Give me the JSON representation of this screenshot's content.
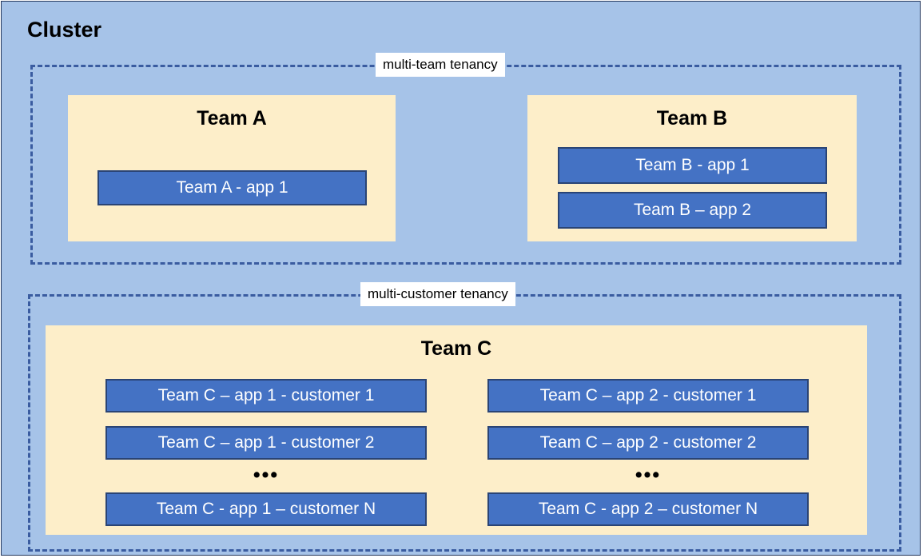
{
  "diagram": {
    "title": "Cluster",
    "colors": {
      "cluster_background": "#a6c3e8",
      "cluster_border": "#24375c",
      "tenancy_border": "#3a5ca0",
      "team_background": "#fdeec9",
      "app_background": "#4472c4",
      "app_border": "#2a4475",
      "app_text": "#ffffff",
      "label_background": "#ffffff",
      "text": "#000000"
    },
    "tenancy_groups": [
      {
        "label": "multi-team tenancy",
        "teams": [
          {
            "title": "Team A",
            "apps": [
              {
                "label": "Team A - app 1"
              }
            ]
          },
          {
            "title": "Team B",
            "apps": [
              {
                "label": "Team B - app 1"
              },
              {
                "label": "Team B – app 2"
              }
            ]
          }
        ]
      },
      {
        "label": "multi-customer tenancy",
        "teams": [
          {
            "title": "Team C",
            "columns": [
              {
                "apps": [
                  {
                    "label": "Team C – app 1 - customer 1"
                  },
                  {
                    "label": "Team C – app 1 - customer 2"
                  }
                ],
                "ellipsis": "•••",
                "last_app": {
                  "label": "Team C - app 1 – customer N"
                }
              },
              {
                "apps": [
                  {
                    "label": "Team C – app 2 - customer 1"
                  },
                  {
                    "label": "Team C – app 2 - customer 2"
                  }
                ],
                "ellipsis": "•••",
                "last_app": {
                  "label": "Team C - app 2 – customer N"
                }
              }
            ]
          }
        ]
      }
    ]
  }
}
